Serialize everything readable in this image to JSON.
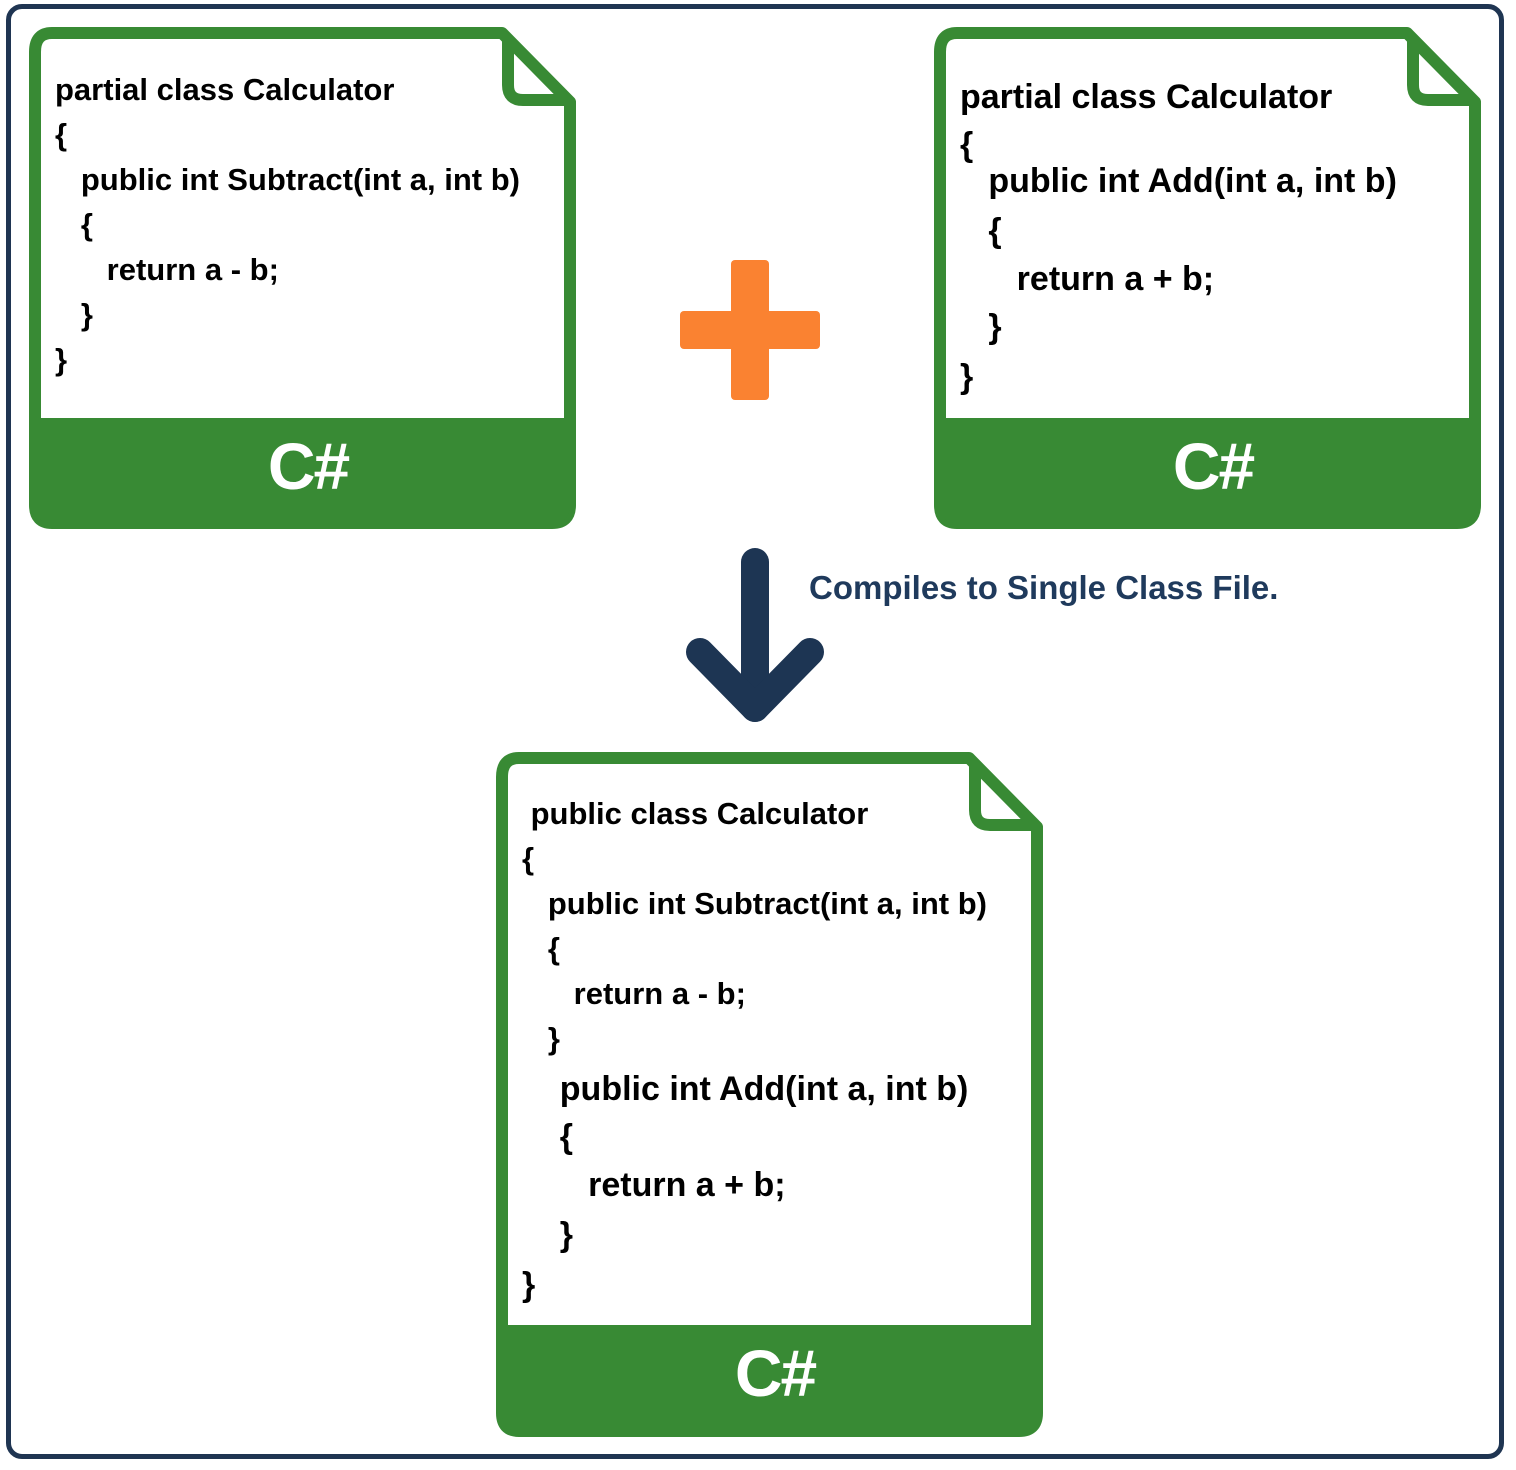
{
  "colors": {
    "frame": "#1f3552",
    "file_green": "#388a34",
    "plus_orange": "#fa8231",
    "arrow_navy": "#1d3553",
    "caption_text": "#1f3a5c"
  },
  "file_left": {
    "icon": "csharp-file-icon",
    "language_label": "C#",
    "code_lines": [
      "partial class Calculator",
      "{",
      "   public int Subtract(int a, int b)",
      "   {",
      "      return a - b;",
      "   }",
      "}"
    ]
  },
  "operator": {
    "icon": "plus-icon"
  },
  "file_right": {
    "icon": "csharp-file-icon",
    "language_label": "C#",
    "code_lines": [
      "partial class Calculator",
      "{",
      "   public int Add(int a, int b)",
      "   {",
      "      return a + b;",
      "   }",
      "}"
    ]
  },
  "transition": {
    "icon": "arrow-down-icon",
    "caption": "Compiles to Single Class File."
  },
  "file_result": {
    "icon": "csharp-file-icon",
    "language_label": "C#",
    "code_lines": [
      " public class Calculator",
      "{",
      "   public int Subtract(int a, int b)",
      "   {",
      "      return a - b;",
      "   }",
      "    public int Add(int a, int b)",
      "    {",
      "       return a + b;",
      "    }",
      "}"
    ]
  }
}
